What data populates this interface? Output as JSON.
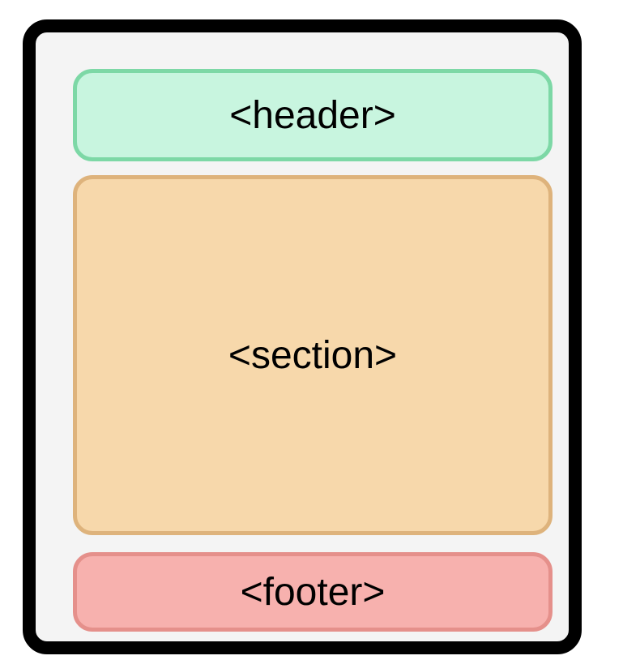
{
  "diagram": {
    "blocks": [
      {
        "id": "header",
        "label": "<header>",
        "fill": "#c8f5df",
        "border": "#7dd8a6"
      },
      {
        "id": "section",
        "label": "<section>",
        "fill": "#f7d8ab",
        "border": "#deb37c"
      },
      {
        "id": "footer",
        "label": "<footer>",
        "fill": "#f7b1ae",
        "border": "#e5908b"
      }
    ],
    "frame": {
      "border_color": "#000000",
      "fill": "#f4f4f4"
    }
  }
}
